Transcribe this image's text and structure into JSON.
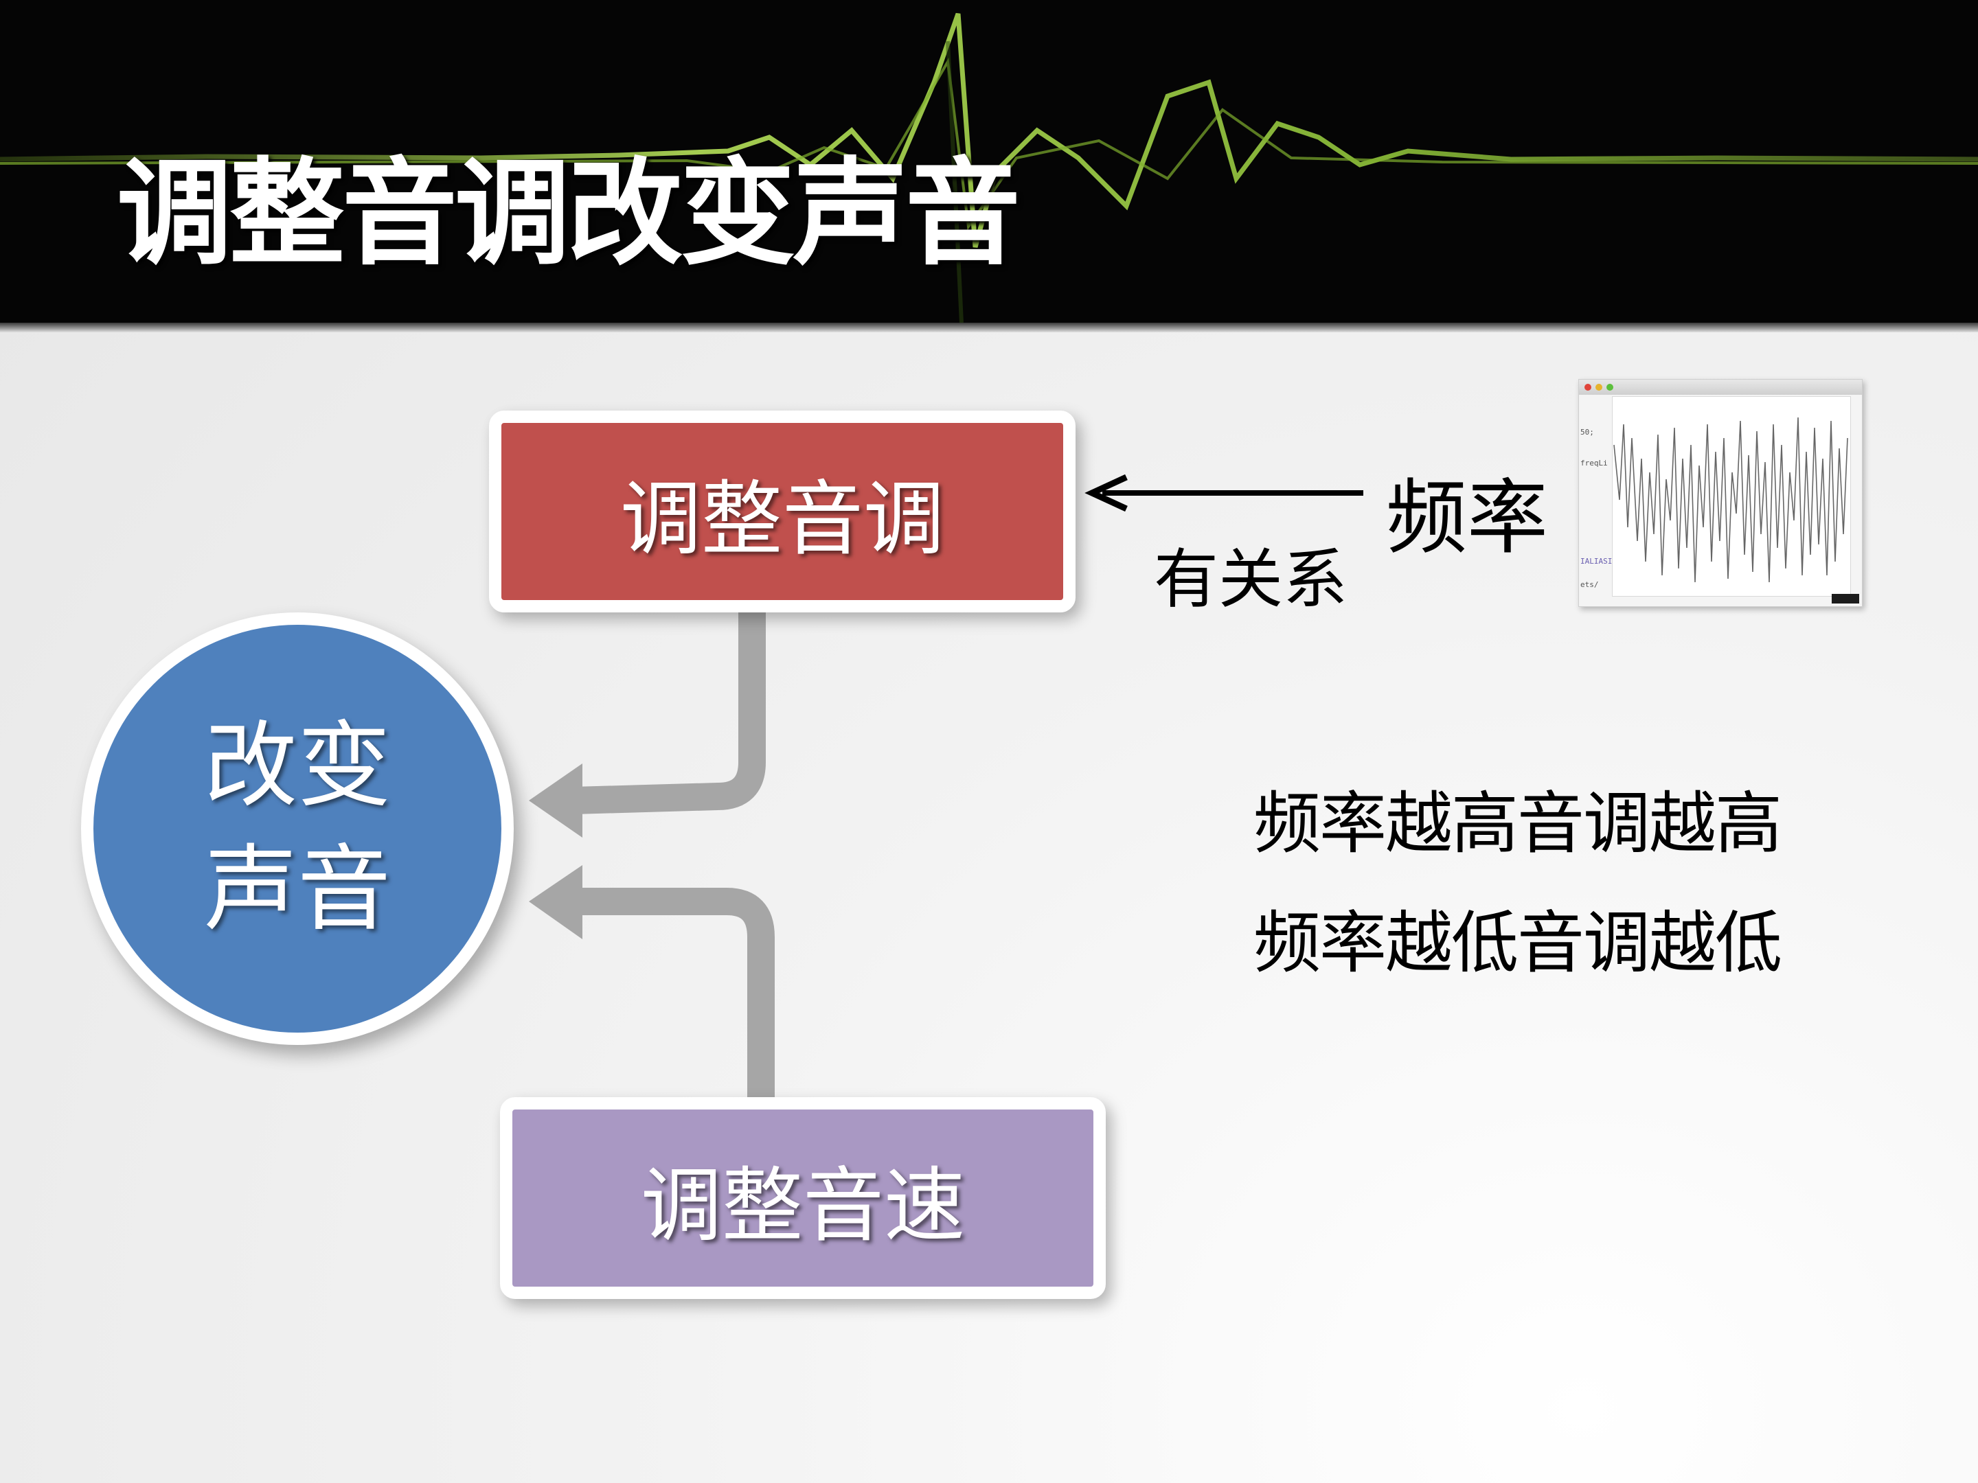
{
  "title": "调整音调改变声音",
  "boxes": {
    "pitch": "调整音调",
    "speed": "调整音速"
  },
  "circle": {
    "line1": "改变",
    "line2": "声音"
  },
  "frequency": {
    "label": "频率",
    "relation": "有关系"
  },
  "rules": [
    "频率越高音调越高",
    "频率越低音调越低"
  ],
  "thumbnail": {
    "code_lines": [
      "50;",
      "freqLi",
      "IALIASI",
      "ets/"
    ]
  },
  "colors": {
    "pitch_box": "#c0504d",
    "speed_box": "#a998c3",
    "circle": "#4f81bd",
    "connector": "#a6a6a6",
    "header": "#050505",
    "wave": "#9ccc3a"
  }
}
